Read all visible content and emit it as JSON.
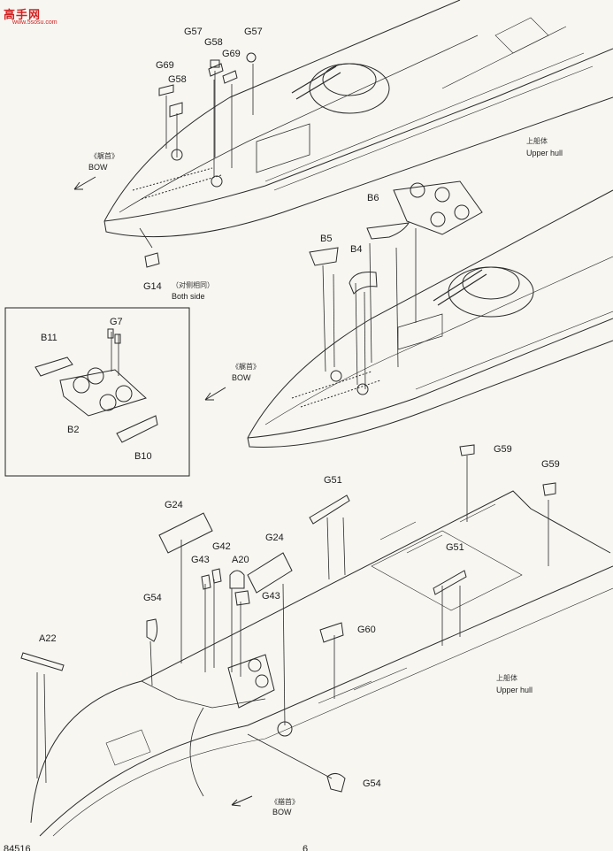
{
  "watermark": {
    "brand": "高手网",
    "url": "www.5sosu.com"
  },
  "labels": {
    "g57a": "G57",
    "g58a": "G58",
    "g57b": "G57",
    "g69a": "G69",
    "g69b": "G69",
    "g58b": "G58",
    "g14": "G14",
    "b6": "B6",
    "b5": "B5",
    "b4": "B4",
    "g7": "G7",
    "b11": "B11",
    "b2": "B2",
    "b10": "B10",
    "g51a": "G51",
    "g59a": "G59",
    "g59b": "G59",
    "g24a": "G24",
    "g42": "G42",
    "g43a": "G43",
    "a20": "A20",
    "g24b": "G24",
    "g51b": "G51",
    "g43b": "G43",
    "g54a": "G54",
    "g60": "G60",
    "a22": "A22",
    "g54b": "G54"
  },
  "annotations": {
    "bow1_cn": "《艉首》",
    "bow1_en": "BOW",
    "bow2_cn": "《艉首》",
    "bow2_en": "BOW",
    "bow3_cn": "《艏首》",
    "bow3_en": "BOW",
    "hull1_cn": "上船体",
    "hull1_en": "Upper hull",
    "hull2_cn": "上船体",
    "hull2_en": "Upper hull",
    "both_cn": "（对侧相同）",
    "both_en": "Both side"
  },
  "footer": {
    "code": "84516",
    "page": "6"
  }
}
